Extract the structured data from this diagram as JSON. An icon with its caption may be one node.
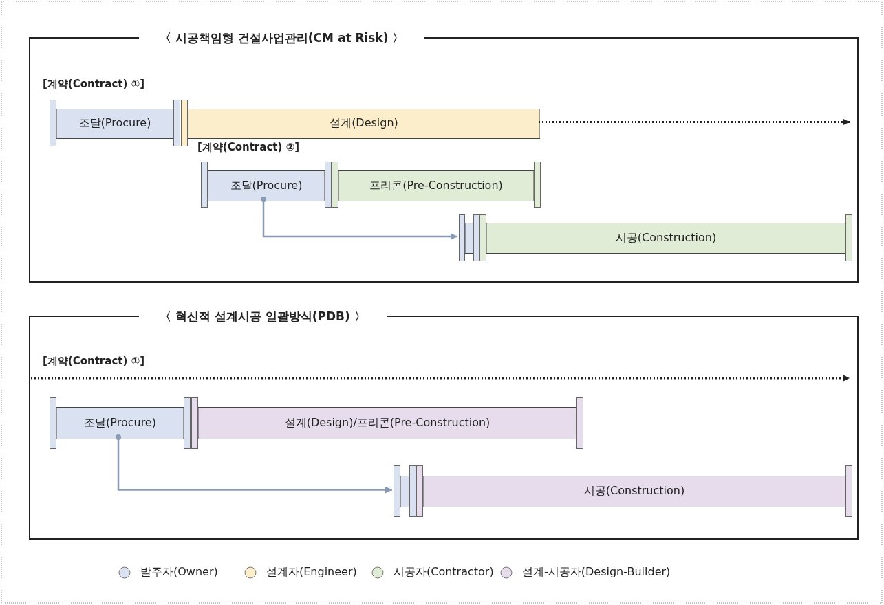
{
  "diagram": {
    "nodes": [
      {
        "text": [
          "〈 시공책임형 건설사업관리(CM at Risk) 〉"
        ]
      },
      {
        "text": [
          "조달(Procure)"
        ],
        "in": 0
      },
      {
        "text": [
          "설계(Design)"
        ],
        "in": 0
      },
      {
        "text": [
          "조달(Procure)"
        ],
        "in": 0
      },
      {
        "text": [
          "프리콘(Pre-Construction)"
        ],
        "in": 0
      },
      {
        "text": [],
        "shape": "bar",
        "in": 0
      },
      {
        "text": [
          "시공(Construction)"
        ],
        "in": 0
      },
      {
        "text": [
          "〈 혁신적 설계시공 일괄방식(PDB) 〉"
        ]
      },
      {
        "text": [
          "조달(Procure)"
        ],
        "in": 7
      },
      {
        "text": [
          "설계(Design)/프리콘(Pre-Construction)"
        ],
        "in": 7
      },
      {
        "text": [],
        "shape": "bar",
        "in": 7
      },
      {
        "text": [
          "시공(Construction)"
        ],
        "in": 7
      }
    ],
    "edges": [
      {
        "from": 2,
        "to": null,
        "arrow": "to",
        "style": "dashed",
        "color": "#222222"
      },
      {
        "from": 3,
        "to": 5,
        "arrow": "to",
        "color": "#8a9ab4"
      },
      {
        "from": 8,
        "to": 10,
        "arrow": "to",
        "color": "#8a9ab4"
      }
    ],
    "labels": [
      "[계약(Contract) ①]",
      "[계약(Contract) ②]",
      "[계약(Contract) ①]"
    ],
    "legend": [
      {
        "text": "발주자(Owner)",
        "color": "#dae2f2"
      },
      {
        "text": "설계자(Engineer)",
        "color": "#fdeecb"
      },
      {
        "text": "시공자(Contractor)",
        "color": "#e1ecd6"
      },
      {
        "text": "설계-시공자(Design-Builder)",
        "color": "#e6dcec"
      }
    ]
  }
}
